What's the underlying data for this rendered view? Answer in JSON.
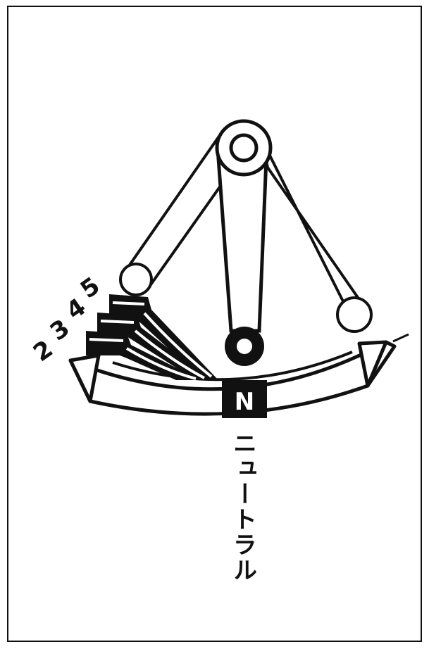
{
  "diagram": {
    "gear_labels": [
      "2",
      "3",
      "4",
      "5"
    ],
    "neutral_marker": "N",
    "neutral_label": "ニュートラル",
    "colors": {
      "ink": "#111111",
      "paper": "#ffffff"
    }
  }
}
